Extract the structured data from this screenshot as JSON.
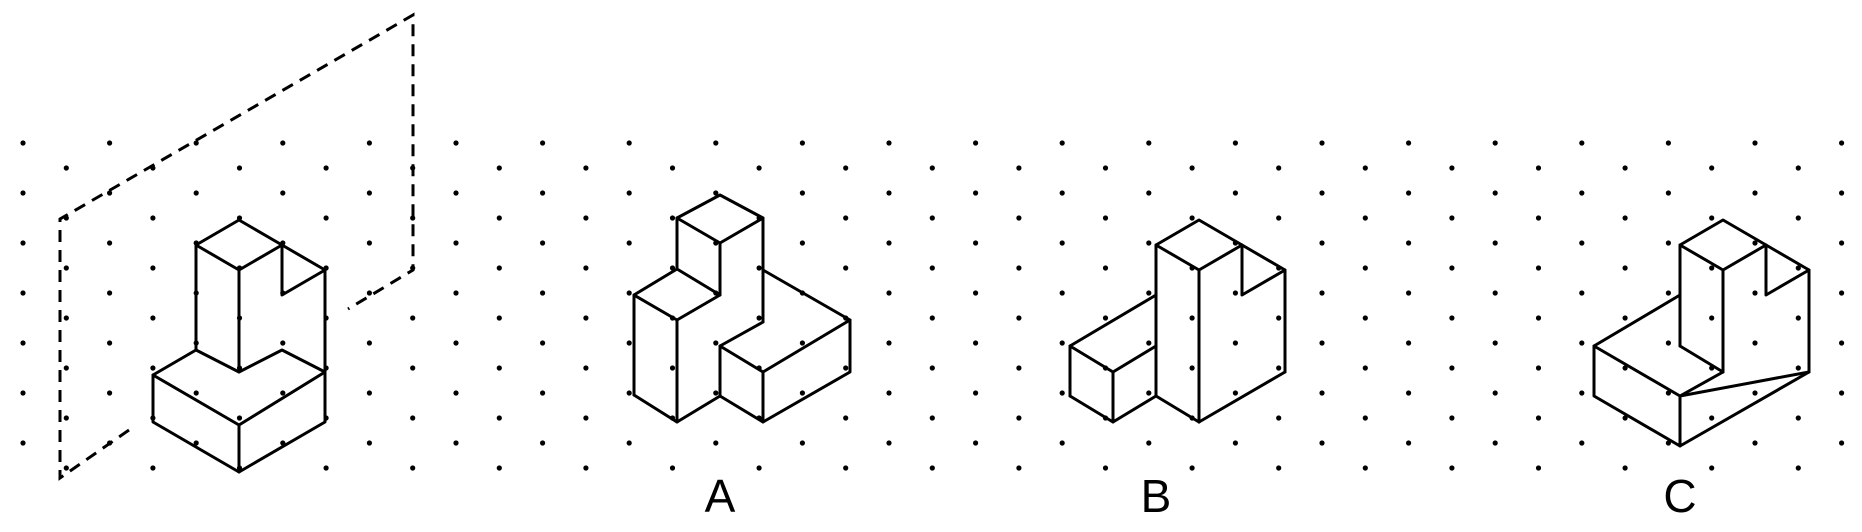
{
  "options": [
    {
      "id": "A",
      "label": "A"
    },
    {
      "id": "B",
      "label": "B"
    },
    {
      "id": "C",
      "label": "C"
    }
  ],
  "colors": {
    "ink": "#000000",
    "background": "#ffffff"
  }
}
